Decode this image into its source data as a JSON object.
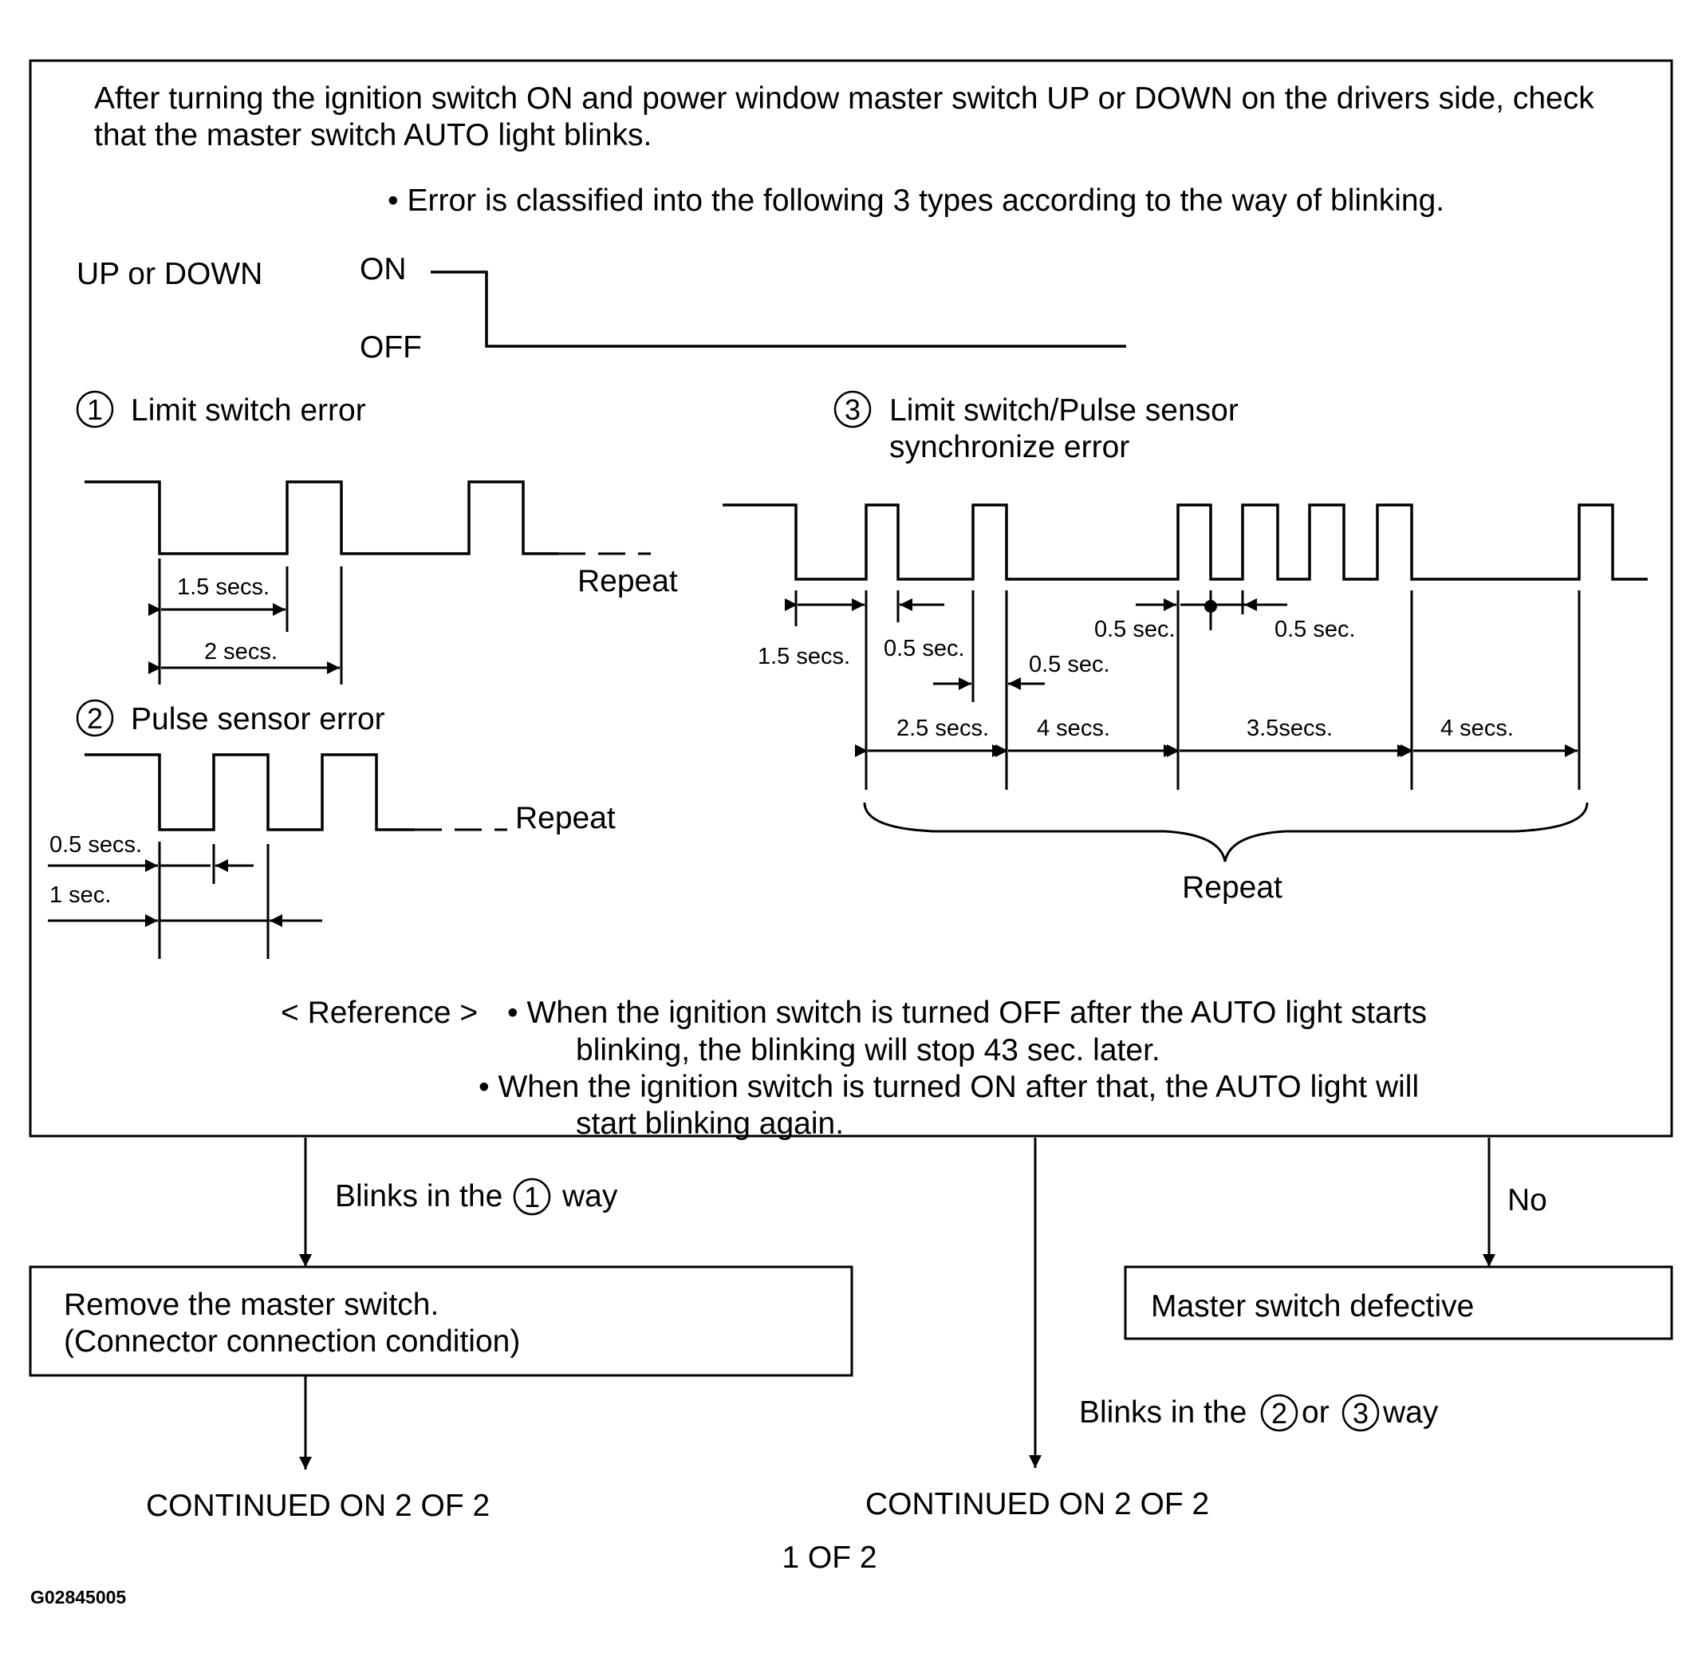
{
  "instruction": {
    "line1": "After turning the ignition switch ON and power window master switch UP or DOWN on the drivers side, check",
    "line2": "that the master switch AUTO light blinks."
  },
  "classification_note": "• Error is classified into the following 3 types according to the way of blinking.",
  "switch_signal": {
    "label": "UP or DOWN",
    "on_label": "ON",
    "off_label": "OFF"
  },
  "errors": [
    {
      "number": "1",
      "title": "Limit switch error",
      "repeat_label": "Repeat",
      "intervals": [
        "1.5 secs.",
        "2 secs."
      ]
    },
    {
      "number": "2",
      "title": "Pulse sensor error",
      "repeat_label": "Repeat",
      "intervals": [
        "0.5 secs.",
        "1 sec."
      ]
    },
    {
      "number": "3",
      "title_line1": "Limit switch/Pulse sensor",
      "title_line2": "synchronize error",
      "repeat_label": "Repeat",
      "intervals": [
        "1.5 secs.",
        "0.5 sec.",
        "0.5 sec.",
        "0.5 sec.",
        "0.5 sec.",
        "2.5 secs.",
        "4 secs.",
        "3.5secs.",
        "4 secs."
      ]
    }
  ],
  "reference": {
    "label": "< Reference >",
    "bullet1_line1": "• When the ignition switch is turned OFF after the AUTO light starts",
    "bullet1_line2": "blinking, the blinking will stop 43 sec. later.",
    "bullet2_line1": "• When the ignition switch is turned ON after that, the AUTO light will",
    "bullet2_line2": "start blinking again."
  },
  "branches": {
    "way1_prefix": "Blinks in the",
    "way1_num": "1",
    "way1_suffix": "way",
    "ways23_prefix": "Blinks in the",
    "ways23_num_a": "2",
    "ways23_or": "or",
    "ways23_num_b": "3",
    "ways23_suffix": "way",
    "no_label": "No"
  },
  "boxes": {
    "remove_line1": "Remove the master switch.",
    "remove_line2": "(Connector connection condition)",
    "defective": "Master switch defective"
  },
  "continued_left": "CONTINUED ON 2 OF 2",
  "continued_right": "CONTINUED ON 2 OF 2",
  "page_label": "1 OF 2",
  "figure_id": "G02845005"
}
